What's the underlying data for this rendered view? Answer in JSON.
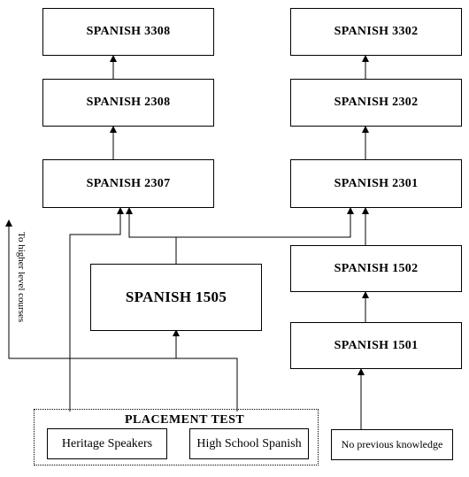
{
  "courses": {
    "s3308": "SPANISH 3308",
    "s3302": "SPANISH 3302",
    "s2308": "SPANISH 2308",
    "s2302": "SPANISH 2302",
    "s2307": "SPANISH 2307",
    "s2301": "SPANISH 2301",
    "s1505": "SPANISH 1505",
    "s1502": "SPANISH 1502",
    "s1501": "SPANISH 1501"
  },
  "placement": {
    "title": "PLACEMENT TEST",
    "heritage": "Heritage Speakers",
    "highschool": "High School Spanish"
  },
  "no_knowledge": "No previous knowledge",
  "higher_note": "To higher level courses"
}
